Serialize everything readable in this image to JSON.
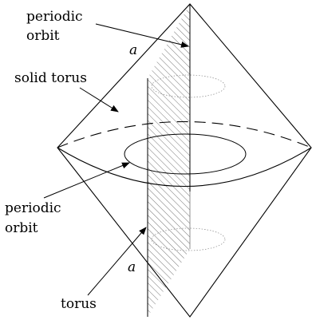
{
  "labels": {
    "periodic_orbit_top_line1": "periodic",
    "periodic_orbit_top_line2": "orbit",
    "a_top": "a",
    "solid_torus": "solid torus",
    "periodic_orbit_mid_line1": "periodic",
    "periodic_orbit_mid_line2": "orbit",
    "a_bottom": "a",
    "torus": "torus"
  },
  "colors": {
    "stroke": "#000000",
    "hatch": "#555555",
    "hidden": "#777777"
  }
}
